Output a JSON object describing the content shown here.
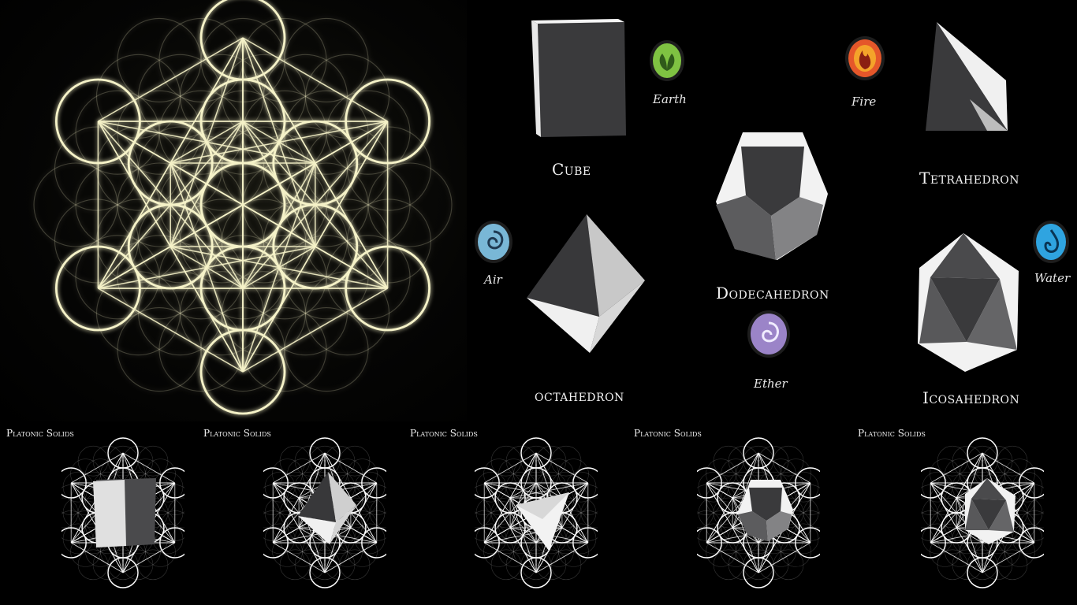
{
  "solids": {
    "cube": {
      "name": "Cube",
      "element": "Earth",
      "element_color": "#7fc242"
    },
    "tetrahedron": {
      "name": "Tetrahedron",
      "element": "Fire",
      "element_color": "#e5572a"
    },
    "dodecahedron": {
      "name": "Dodecahedron",
      "element": "Ether",
      "element_color": "#9b84c8"
    },
    "octahedron": {
      "name": "octahedron",
      "element": "Air",
      "element_color": "#79b7d6"
    },
    "icosahedron": {
      "name": "Icosahedron",
      "element": "Water",
      "element_color": "#2fa4e0"
    }
  },
  "strip": {
    "panels": [
      {
        "title": "Platonic Solids",
        "solid": "cube"
      },
      {
        "title": "Platonic Solids",
        "solid": "octahedron"
      },
      {
        "title": "Platonic Solids",
        "solid": "tetrahedron"
      },
      {
        "title": "Platonic Solids",
        "solid": "dodecahedron"
      },
      {
        "title": "Platonic Solids",
        "solid": "icosahedron"
      }
    ]
  },
  "colors": {
    "glow": "#f5f2c8",
    "background": "#000000"
  }
}
